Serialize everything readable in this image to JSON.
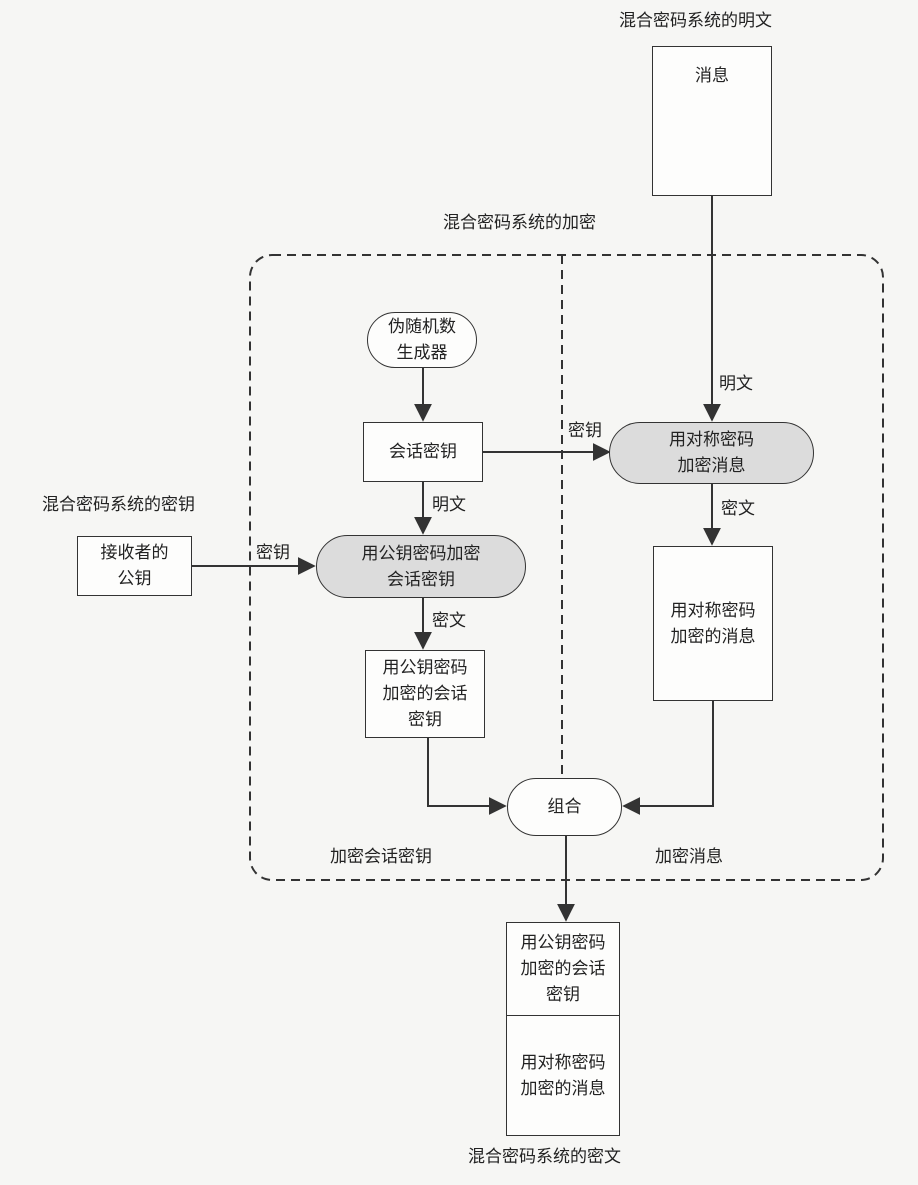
{
  "labels": {
    "plaintext_title": "混合密码系统的明文",
    "encryption_title": "混合密码系统的加密",
    "key_title": "混合密码系统的密钥",
    "ciphertext_title": "混合密码系统的密文",
    "left_region": "加密会话密钥",
    "right_region": "加密消息",
    "edge_plaintext_right": "明文",
    "edge_key_right": "密钥",
    "edge_cipher_right": "密文",
    "edge_plaintext_left": "明文",
    "edge_key_left": "密钥",
    "edge_cipher_left": "密文"
  },
  "nodes": {
    "message": "消息",
    "prng": "伪随机数\n生成器",
    "session_key": "会话密钥",
    "sym_encrypt": "用对称密码\n加密消息",
    "sym_encrypted_msg": "用对称密码\n加密的消息",
    "receiver_pubkey": "接收者的\n公钥",
    "pk_encrypt": "用公钥密码加密\n会话密钥",
    "pk_encrypted_key": "用公钥密码\n加密的会话\n密钥",
    "combine": "组合",
    "output_top": "用公钥密码\n加密的会话\n密钥",
    "output_bottom": "用对称密码\n加密的消息"
  },
  "colors": {
    "line": "#333333",
    "shaded_node": "#dcdcdc",
    "background": "#f6f6f4"
  }
}
